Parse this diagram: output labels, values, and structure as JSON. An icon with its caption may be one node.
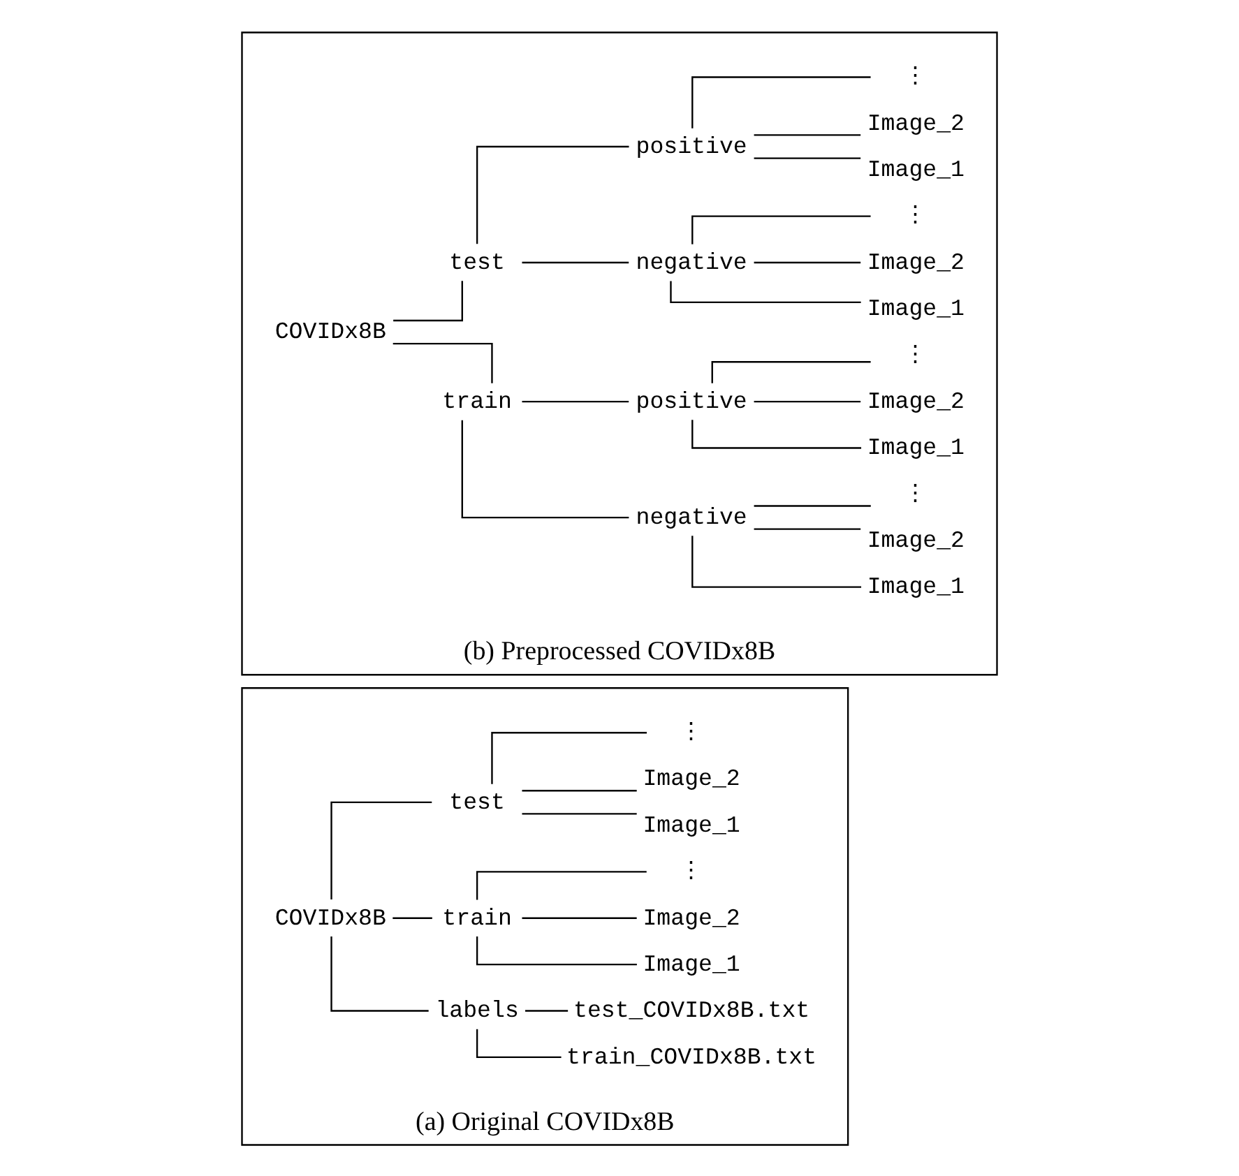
{
  "diagram": {
    "nodes": [
      {
        "text": [
          "(a) Original COVIDx8B"
        ]
      },
      {
        "text": [
          "COVIDx8B"
        ],
        "in": 0
      },
      {
        "text": [
          "labels"
        ],
        "in": 0
      },
      {
        "text": [
          "train_COVIDx8B.txt"
        ],
        "in": 0
      },
      {
        "text": [
          "test_COVIDx8B.txt"
        ],
        "in": 0
      },
      {
        "text": [
          "train"
        ],
        "in": 0
      },
      {
        "text": [
          "Image_1"
        ],
        "in": 0
      },
      {
        "text": [
          "Image_2"
        ],
        "in": 0
      },
      {
        "text": [
          "⋮"
        ],
        "in": 0
      },
      {
        "text": [
          "test"
        ],
        "in": 0
      },
      {
        "text": [
          "Image_1"
        ],
        "in": 0
      },
      {
        "text": [
          "Image_2"
        ],
        "in": 0
      },
      {
        "text": [
          "⋮"
        ],
        "in": 0
      },
      {
        "text": [
          "(b) Preprocessed COVIDx8B"
        ]
      },
      {
        "text": [
          "COVIDx8B"
        ],
        "in": 13
      },
      {
        "text": [
          "train"
        ],
        "in": 13
      },
      {
        "text": [
          "negative"
        ],
        "in": 13
      },
      {
        "text": [
          "Image_1"
        ],
        "in": 13
      },
      {
        "text": [
          "Image_2"
        ],
        "in": 13
      },
      {
        "text": [
          "⋮"
        ],
        "in": 13
      },
      {
        "text": [
          "positive"
        ],
        "in": 13
      },
      {
        "text": [
          "Image_1"
        ],
        "in": 13
      },
      {
        "text": [
          "Image_2"
        ],
        "in": 13
      },
      {
        "text": [
          "⋮"
        ],
        "in": 13
      },
      {
        "text": [
          "test"
        ],
        "in": 13
      },
      {
        "text": [
          "negative"
        ],
        "in": 13
      },
      {
        "text": [
          "Image_1"
        ],
        "in": 13
      },
      {
        "text": [
          "Image_2"
        ],
        "in": 13
      },
      {
        "text": [
          "⋮"
        ],
        "in": 13
      },
      {
        "text": [
          "positive"
        ],
        "in": 13
      },
      {
        "text": [
          "Image_1"
        ],
        "in": 13
      },
      {
        "text": [
          "Image_2"
        ],
        "in": 13
      },
      {
        "text": [
          "⋮"
        ],
        "in": 13
      }
    ],
    "edges": [
      {
        "from": 1,
        "to": 2,
        "arrow": "none"
      },
      {
        "from": 2,
        "to": 3,
        "arrow": "none"
      },
      {
        "from": 2,
        "to": 4,
        "arrow": "none"
      },
      {
        "from": 1,
        "to": 5,
        "arrow": "none"
      },
      {
        "from": 5,
        "to": 6,
        "arrow": "none"
      },
      {
        "from": 5,
        "to": 7,
        "arrow": "none"
      },
      {
        "from": 5,
        "to": 8,
        "arrow": "none"
      },
      {
        "from": 1,
        "to": 9,
        "arrow": "none"
      },
      {
        "from": 9,
        "to": 10,
        "arrow": "none"
      },
      {
        "from": 9,
        "to": 11,
        "arrow": "none"
      },
      {
        "from": 9,
        "to": 12,
        "arrow": "none"
      },
      {
        "from": 14,
        "to": 15,
        "arrow": "none"
      },
      {
        "from": 15,
        "to": 16,
        "arrow": "none"
      },
      {
        "from": 16,
        "to": 17,
        "arrow": "none"
      },
      {
        "from": 16,
        "to": 18,
        "arrow": "none"
      },
      {
        "from": 16,
        "to": 19,
        "arrow": "none"
      },
      {
        "from": 15,
        "to": 20,
        "arrow": "none"
      },
      {
        "from": 20,
        "to": 21,
        "arrow": "none"
      },
      {
        "from": 20,
        "to": 22,
        "arrow": "none"
      },
      {
        "from": 20,
        "to": 23,
        "arrow": "none"
      },
      {
        "from": 14,
        "to": 24,
        "arrow": "none"
      },
      {
        "from": 24,
        "to": 25,
        "arrow": "none"
      },
      {
        "from": 25,
        "to": 26,
        "arrow": "none"
      },
      {
        "from": 25,
        "to": 27,
        "arrow": "none"
      },
      {
        "from": 25,
        "to": 28,
        "arrow": "none"
      },
      {
        "from": 24,
        "to": 29,
        "arrow": "none"
      },
      {
        "from": 29,
        "to": 30,
        "arrow": "none"
      },
      {
        "from": 29,
        "to": 31,
        "arrow": "none"
      },
      {
        "from": 29,
        "to": 32,
        "arrow": "none"
      }
    ]
  }
}
